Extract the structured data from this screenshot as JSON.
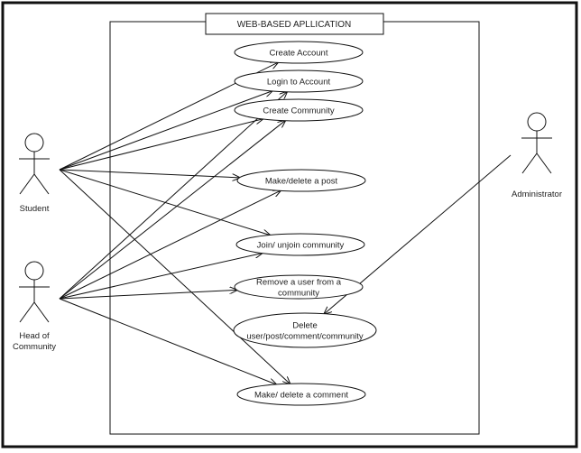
{
  "diagram": {
    "system_title": "WEB-BASED APLLICATION",
    "actors": [
      {
        "id": "student",
        "label_lines": [
          "Student"
        ]
      },
      {
        "id": "head",
        "label_lines": [
          "Head of",
          "Community"
        ]
      },
      {
        "id": "admin",
        "label_lines": [
          "Administrator"
        ]
      }
    ],
    "use_cases": [
      {
        "id": "create-account",
        "label_lines": [
          "Create Account"
        ]
      },
      {
        "id": "login",
        "label_lines": [
          "Login to Account"
        ]
      },
      {
        "id": "create-community",
        "label_lines": [
          "Create Community"
        ]
      },
      {
        "id": "post",
        "label_lines": [
          "Make/delete a post"
        ]
      },
      {
        "id": "join",
        "label_lines": [
          "Join/ unjoin community"
        ]
      },
      {
        "id": "remove-user",
        "label_lines": [
          "Remove a user from a",
          "community"
        ]
      },
      {
        "id": "delete-all",
        "label_lines": [
          "Delete",
          "user/post/comment/community"
        ]
      },
      {
        "id": "comment",
        "label_lines": [
          "Make/ delete a comment"
        ]
      }
    ],
    "associations": [
      {
        "from": "student",
        "to": "create-account"
      },
      {
        "from": "student",
        "to": "login"
      },
      {
        "from": "student",
        "to": "create-community"
      },
      {
        "from": "student",
        "to": "post"
      },
      {
        "from": "student",
        "to": "join"
      },
      {
        "from": "student",
        "to": "comment"
      },
      {
        "from": "head",
        "to": "login"
      },
      {
        "from": "head",
        "to": "create-community"
      },
      {
        "from": "head",
        "to": "post"
      },
      {
        "from": "head",
        "to": "join"
      },
      {
        "from": "head",
        "to": "remove-user"
      },
      {
        "from": "head",
        "to": "comment"
      },
      {
        "from": "admin",
        "to": "delete-all"
      }
    ]
  }
}
